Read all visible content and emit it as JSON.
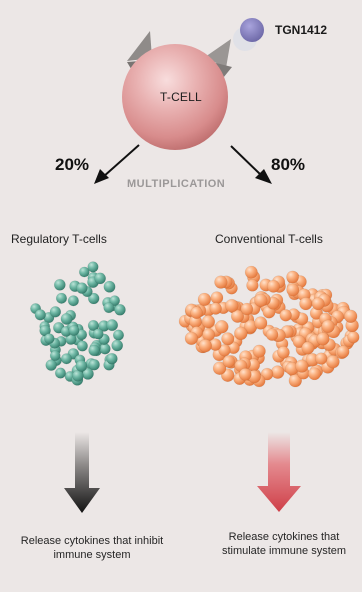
{
  "diagram": {
    "drug_label": "TGN1412",
    "cell_label": "T-CELL",
    "left_percent": "20%",
    "right_percent": "80%",
    "process_label": "MULTIPLICATION",
    "regulatory_title": "Regulatory T-cells",
    "conventional_title": "Conventional T-cells",
    "left_effect": "Release cytokines that inhibit immune system",
    "right_effect": "Release cytokines that stimulate immune system"
  },
  "colors": {
    "background": "#ece7e6",
    "tcell": "#d98f8f",
    "drug": "#7d78b2",
    "regulatory_cells": "#4f9d8b",
    "conventional_cells": "#f39a60",
    "left_arrow": "#141414",
    "right_arrow": "#cf3f48"
  }
}
